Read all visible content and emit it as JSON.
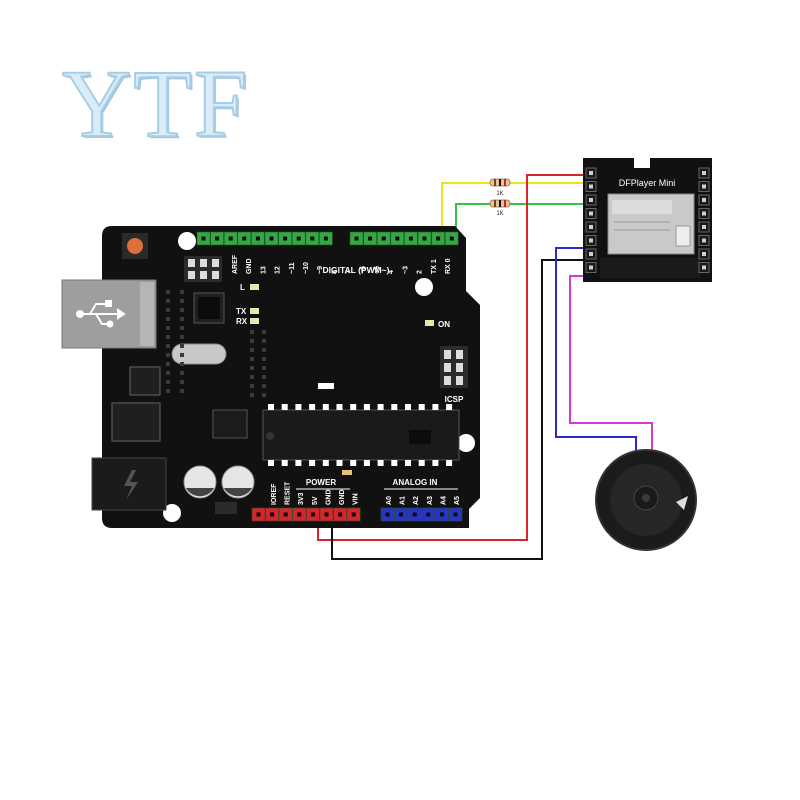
{
  "watermark": {
    "text": "YTF"
  },
  "arduino": {
    "digital_label": "DIGITAL (PWM~)",
    "digital_pins": [
      "AREF",
      "GND",
      "13",
      "12",
      "~11",
      "~10",
      "~9",
      "8",
      "7",
      "~6",
      "~5",
      "4",
      "~3",
      "2",
      "TX 1",
      "RX 0"
    ],
    "led_labels": [
      "L",
      "TX",
      "RX"
    ],
    "on_label": "ON",
    "icsp_label": "ICSP",
    "power_label": "POWER",
    "power_pins": [
      "IOREF",
      "RESET",
      "3V3",
      "5V",
      "GND",
      "GND",
      "VIN"
    ],
    "analog_label": "ANALOG IN",
    "analog_pins": [
      "A0",
      "A1",
      "A2",
      "A3",
      "A4",
      "A5"
    ]
  },
  "dfplayer": {
    "title": "DFPlayer Mini"
  },
  "resistors": [
    {
      "label": "1K"
    },
    {
      "label": "1K"
    }
  ],
  "colors": {
    "board": "#111111",
    "header_green": "#35a845",
    "header_red": "#d8242d",
    "header_blue": "#2a33c8",
    "wire_red": "#d8242d",
    "wire_black": "#111111",
    "wire_yellow": "#f0e21a",
    "wire_green": "#35c23e",
    "wire_blue": "#2a2ad0",
    "wire_magenta": "#d43ad4"
  }
}
